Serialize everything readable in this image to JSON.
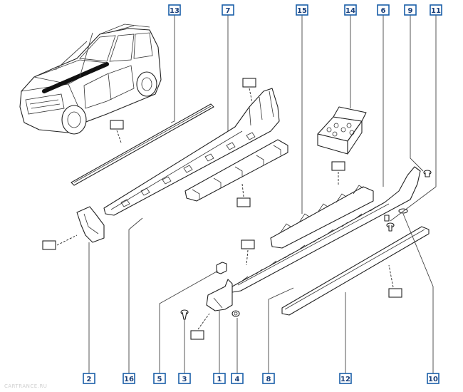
{
  "diagram": {
    "callouts_top": [
      "13",
      "7",
      "15",
      "14",
      "6",
      "9",
      "11"
    ],
    "callouts_bottom": [
      "2",
      "16",
      "5",
      "3",
      "1",
      "4",
      "8",
      "12",
      "10"
    ]
  },
  "watermark": "CARTRANCE.RU",
  "colors": {
    "callout_border": "#1a5fa8",
    "callout_text": "#1a3f7a",
    "line": "#222222"
  }
}
